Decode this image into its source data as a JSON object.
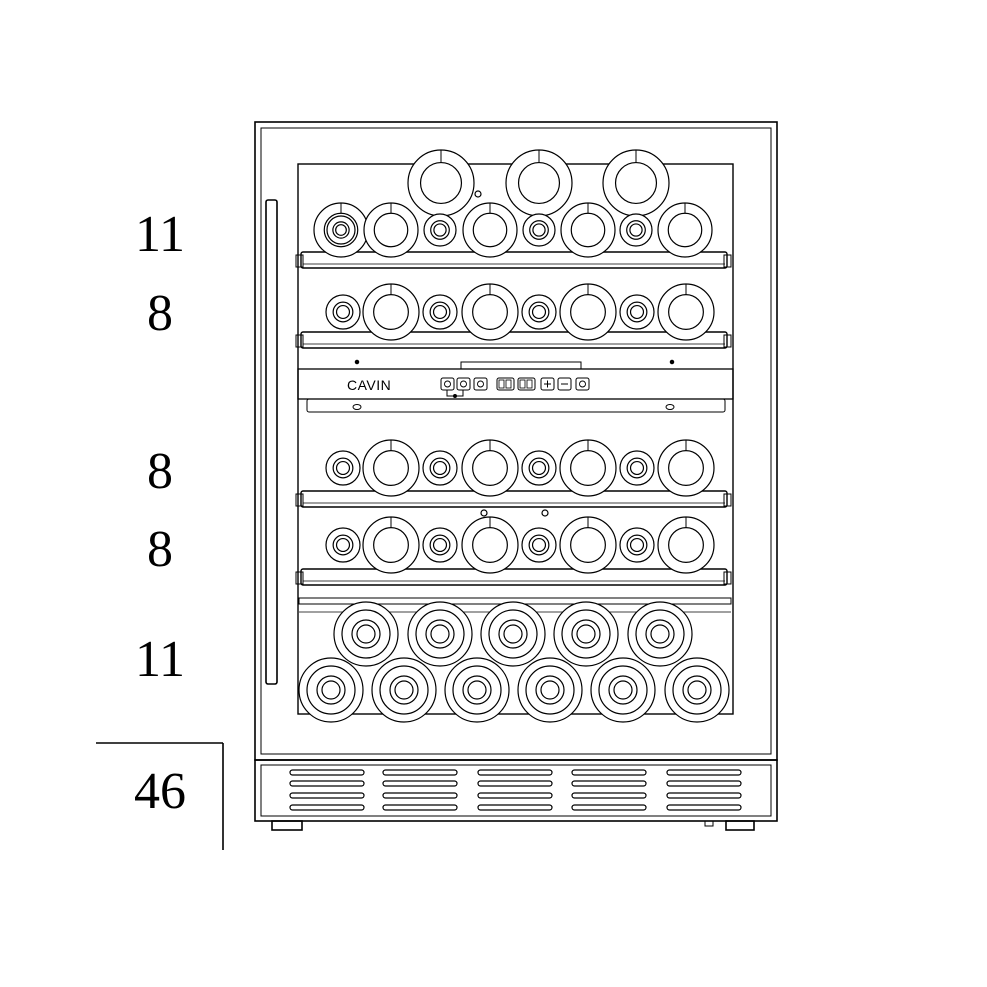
{
  "brand": "CAVIN",
  "shelf_counts": [
    "11",
    "8",
    "8",
    "8",
    "11"
  ],
  "total": "46",
  "control_icons": [
    "lock-icon",
    "light-icon",
    "power-icon",
    "zone-upper-display",
    "zone-lower-display",
    "plus-icon",
    "minus-icon",
    "zone-switch-icon"
  ]
}
